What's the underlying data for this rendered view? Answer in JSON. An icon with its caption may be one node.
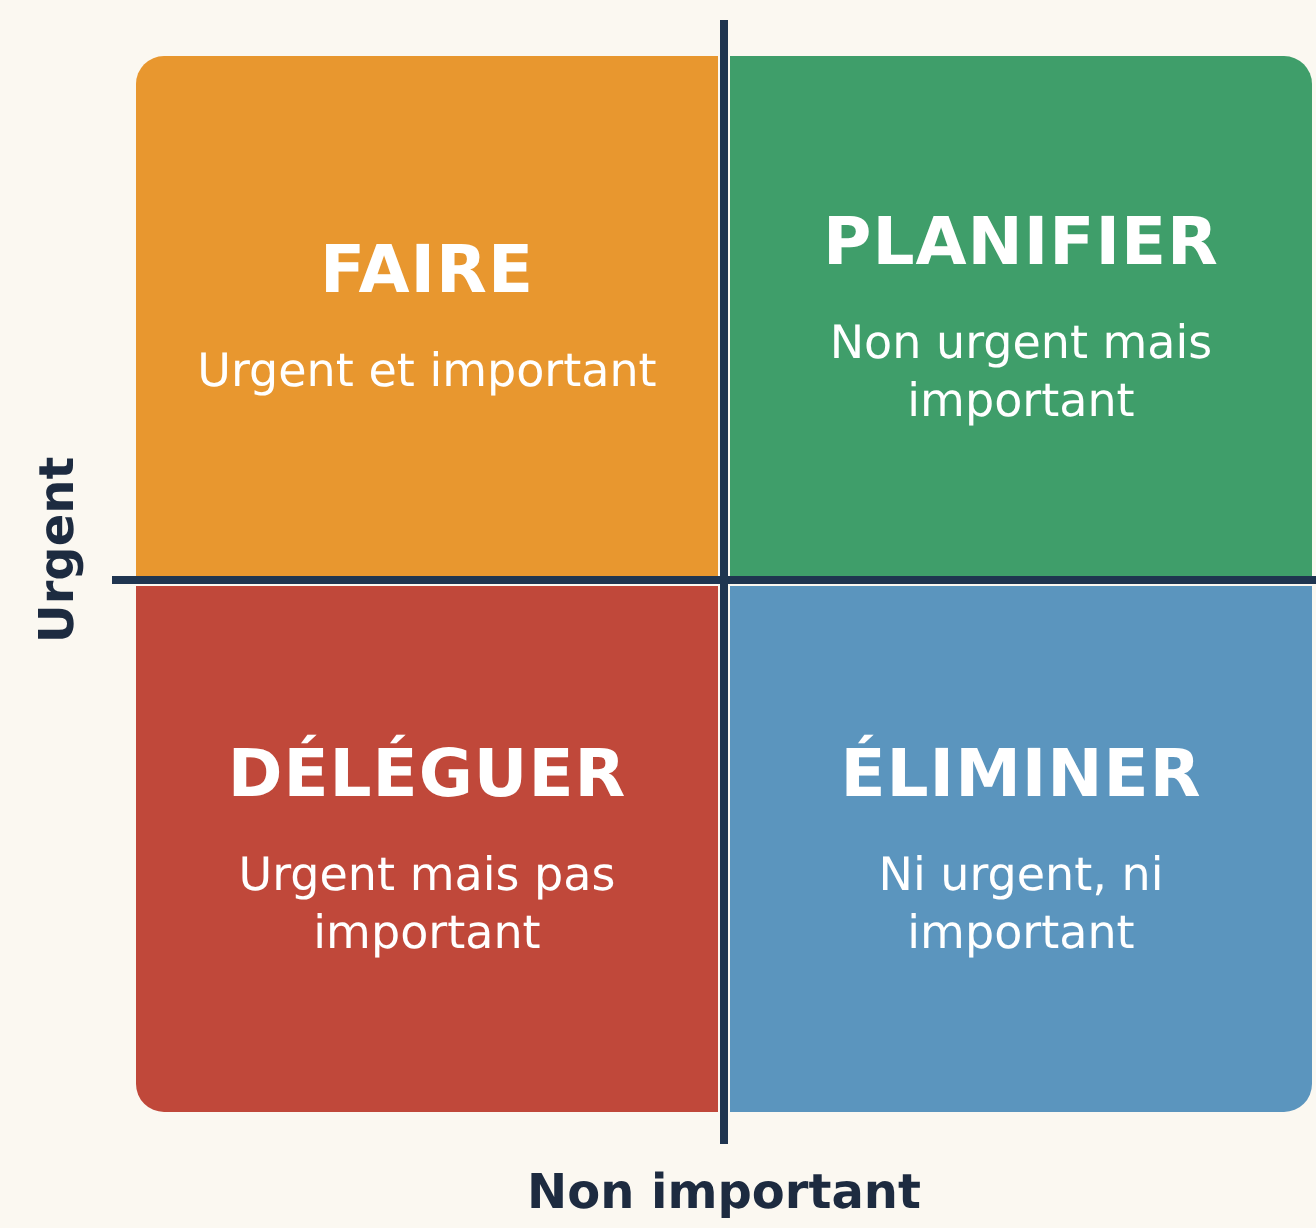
{
  "diagram": {
    "nodes": [
      {
        "text": [
          "FAIRE",
          "Urgent et important"
        ]
      },
      {
        "text": [
          "PLANIFIER",
          "Non urgent mais important"
        ]
      },
      {
        "text": [
          "DÉLÉGUER",
          "Urgent mais pas important"
        ]
      },
      {
        "text": [
          "ÉLIMINER",
          "Ni urgent, ni important"
        ]
      }
    ],
    "labels": [
      "Urgent",
      "Non important"
    ]
  }
}
